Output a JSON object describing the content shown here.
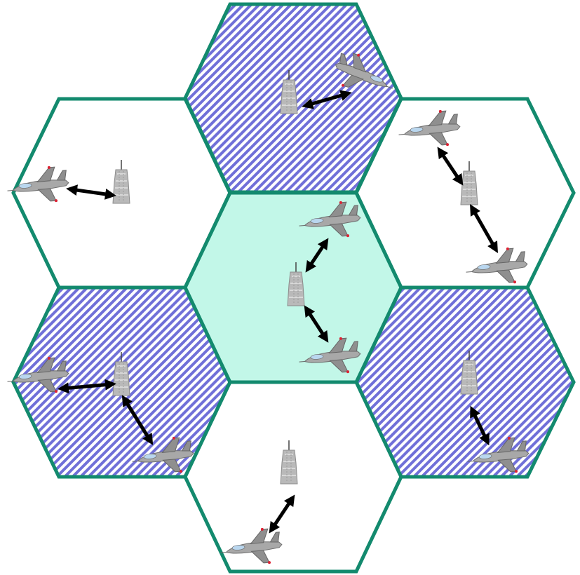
{
  "diagram": {
    "colors": {
      "background": "#ffffff",
      "hex_border": "#138a6e",
      "center_fill": "#c2f7e8",
      "stripe_dark": "#7070d8",
      "stripe_light": "#ffffff",
      "tower": "#b8b8b8",
      "aircraft_body": "#a9a9a9",
      "arrow": "#000000"
    },
    "cells": [
      {
        "id": "top",
        "pattern": "striped",
        "tower": "tower-icon",
        "links": 1
      },
      {
        "id": "upper-left",
        "pattern": "blank",
        "tower": "tower-icon",
        "links": 1
      },
      {
        "id": "upper-right",
        "pattern": "blank",
        "tower": "tower-icon",
        "links": 2
      },
      {
        "id": "center",
        "pattern": "solid",
        "tower": "tower-icon",
        "links": 2
      },
      {
        "id": "lower-left",
        "pattern": "striped",
        "tower": "tower-icon",
        "links": 2
      },
      {
        "id": "lower-right",
        "pattern": "striped",
        "tower": "tower-icon",
        "links": 1
      },
      {
        "id": "bottom",
        "pattern": "blank",
        "tower": "tower-icon",
        "links": 1
      }
    ],
    "aircraft_icon": "fighter-jet-icon",
    "link_icon": "double-arrow-icon"
  }
}
